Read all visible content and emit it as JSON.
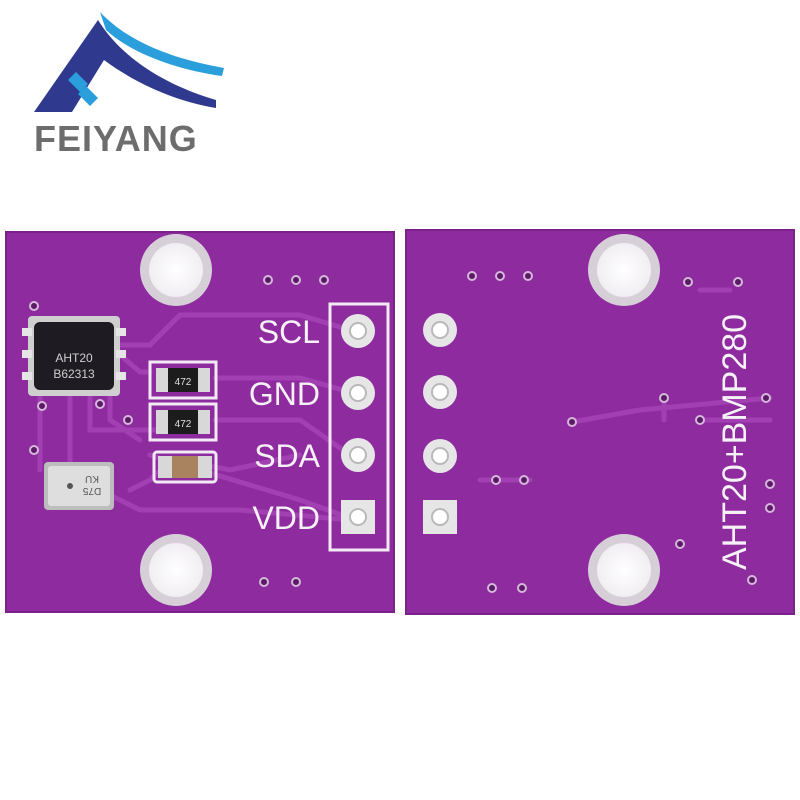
{
  "logo": {
    "brand": "FEIYANG",
    "colors": {
      "dark": "#2f3a8f",
      "light": "#2a9fdc",
      "text": "#6d6d6d"
    }
  },
  "board": {
    "color": "#8e2c9f",
    "front": {
      "pins": [
        {
          "label": "SCL"
        },
        {
          "label": "GND"
        },
        {
          "label": "SDA"
        },
        {
          "label": "VDD"
        }
      ],
      "resistor_1": "472",
      "resistor_2": "472",
      "aht20_chip": {
        "line1": "AHT20",
        "line2": "B62313"
      },
      "bmp280_chip": {
        "line1": "KU",
        "line2": "D75"
      }
    },
    "back": {
      "title": "AHT20+BMP280"
    }
  }
}
